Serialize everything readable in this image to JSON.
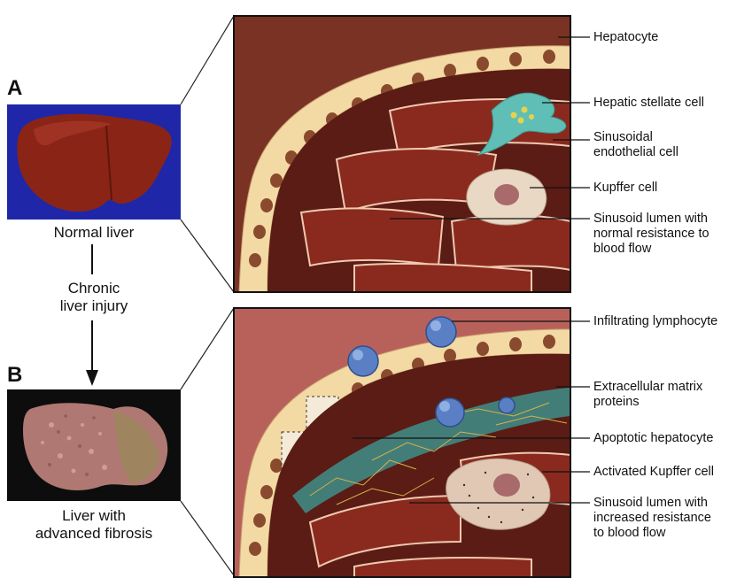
{
  "panel_a": {
    "letter": "A",
    "caption": "Normal liver",
    "labels": [
      "Hepatocyte",
      "Hepatic stellate cell",
      "Sinusoidal",
      "endothelial cell",
      "Kupffer cell",
      "Sinusoid lumen with",
      "normal resistance to",
      "blood flow"
    ]
  },
  "transition": {
    "line1": "Chronic",
    "line2": "liver injury"
  },
  "panel_b": {
    "letter": "B",
    "caption_line1": "Liver with",
    "caption_line2": "advanced fibrosis",
    "labels": [
      "Infiltrating lymphocyte",
      "Extracellular matrix",
      "proteins",
      "Apoptotic hepatocyte",
      "Activated Kupffer cell",
      "Sinusoid lumen with",
      "increased resistance",
      "to blood flow"
    ]
  },
  "colors": {
    "photo_a_background": "#1f27a8",
    "photo_b_background": "#0d0d0d",
    "normal_liver": "#8a2416",
    "fibrotic_liver": "#b07872",
    "hepatocyte": "#f3d9a4",
    "sinusoid": "#7a2218",
    "stellate_cell": "#5fbfb6",
    "lymphocyte": "#5a7fc4"
  }
}
